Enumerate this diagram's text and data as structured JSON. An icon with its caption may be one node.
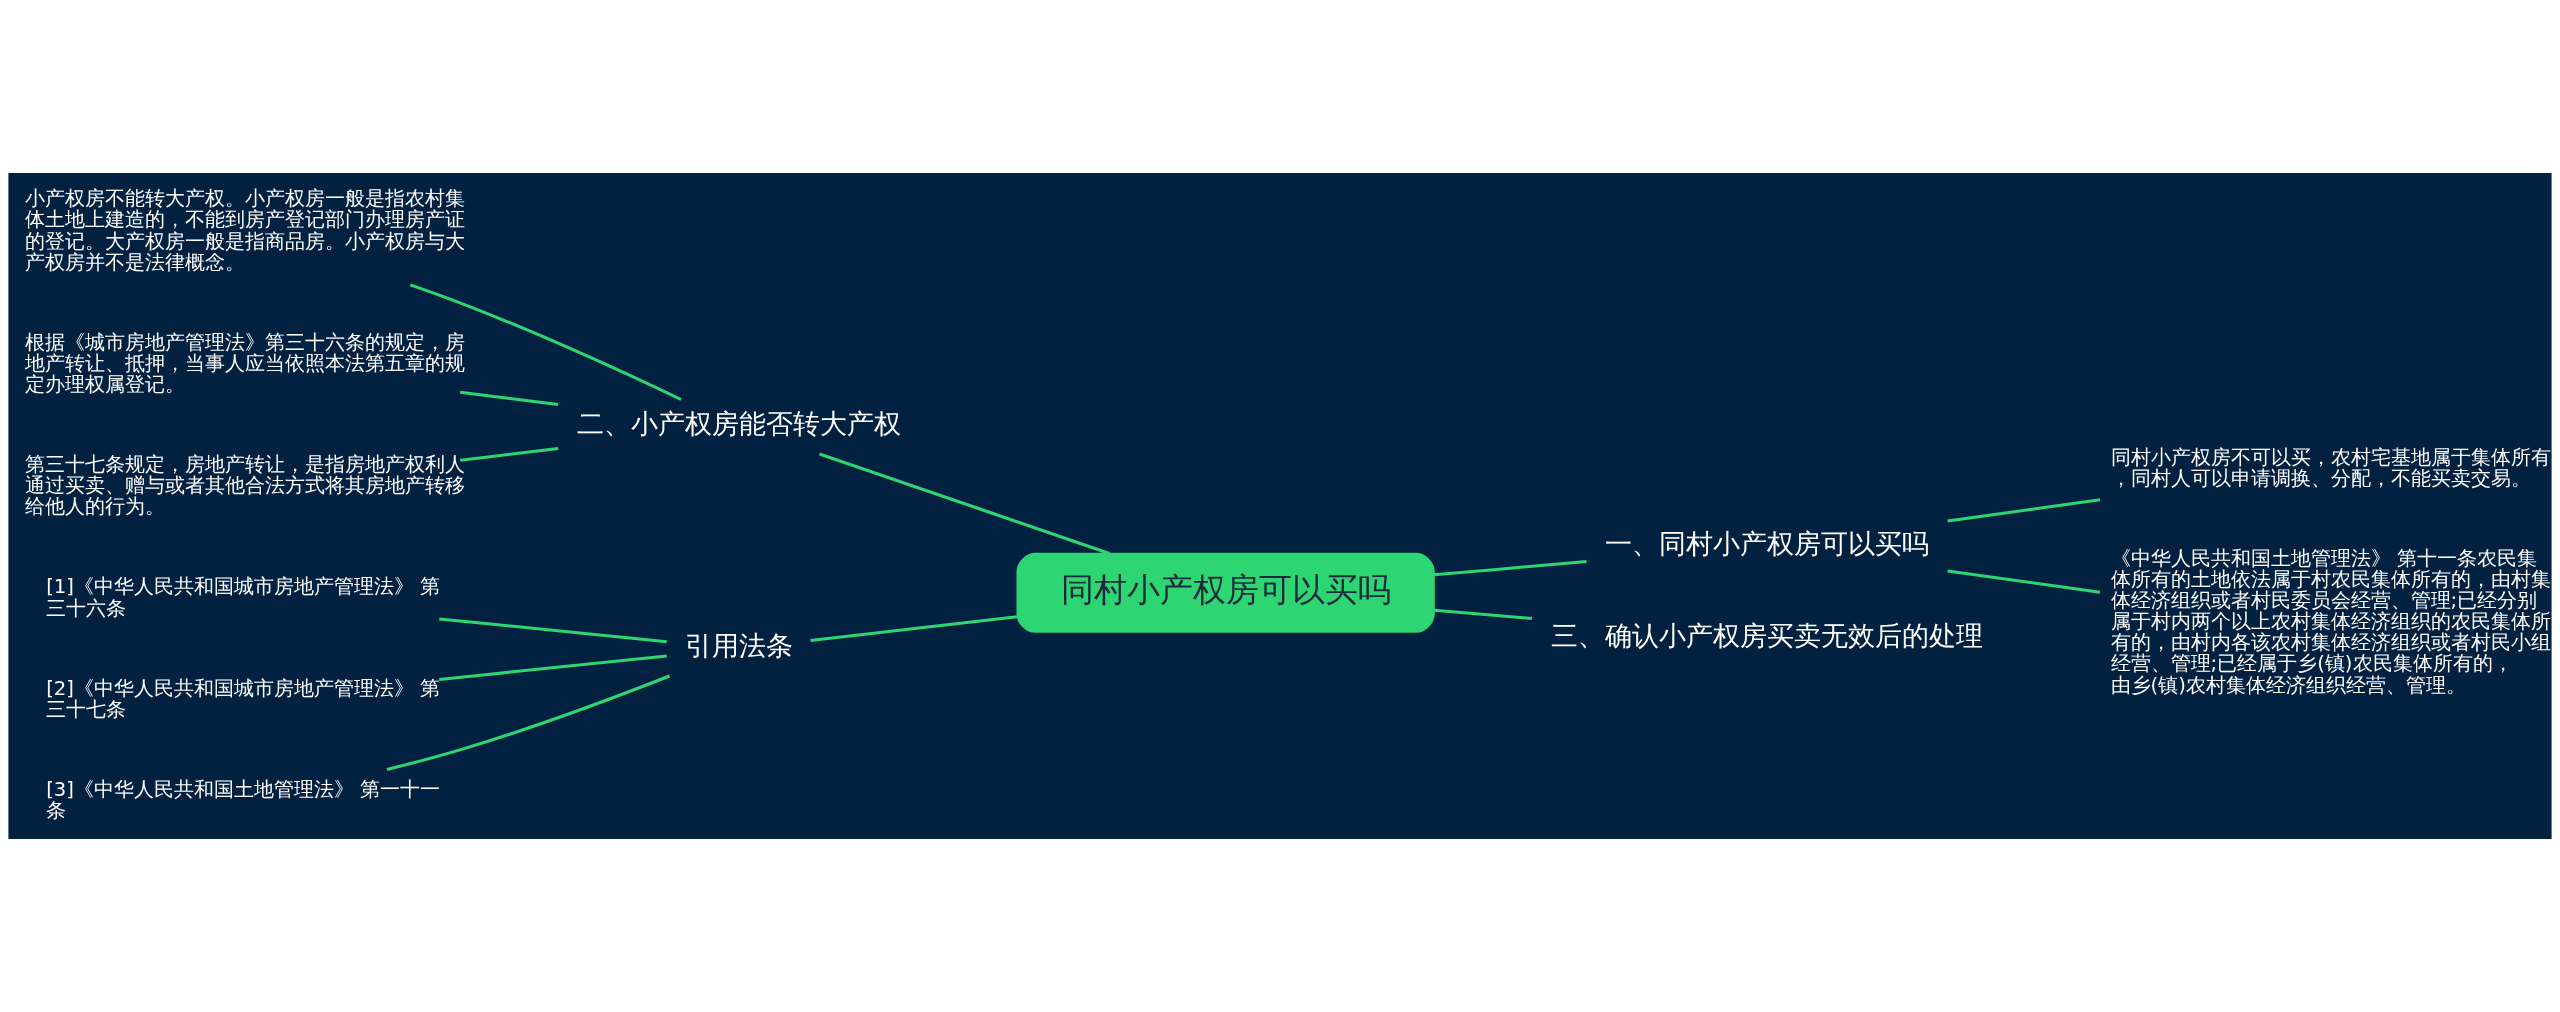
{
  "diagram": {
    "nodes": [
      {
        "text": [
          "同村小产权房可以买吗"
        ]
      },
      {
        "text": [
          "一、同村小产权房可以买吗"
        ]
      },
      {
        "text": [
          "同村小产权房不可以买，农村宅基地属于集体所有，同村人可以申请调换、分配，不能买卖交易。"
        ]
      },
      {
        "text": [
          "《中华人民共和国土地管理法》 第十一条农民集体所有的土地依法属于村农民集体所有的，由村集体经济组织或者村民委员会经营、管理;已经分别属于村内两个以上农村集体经济组织的农民集体所有的，由村内各该农村集体经济组织或者村民小组经营、管理;已经属于乡(镇)农民集体所有的，由乡(镇)农村集体经济组织经营、管理。"
        ]
      },
      {
        "text": [
          "三、确认小产权房买卖无效后的处理"
        ]
      },
      {
        "text": [
          "二、小产权房能否转大产权"
        ]
      },
      {
        "text": [
          "小产权房不能转大产权。小产权房一般是指农村集体土地上建造的，不能到房产登记部门办理房产证的登记。大产权房一般是指商品房。小产权房与大产权房并不是法律概念。"
        ]
      },
      {
        "text": [
          "根据《城市房地产管理法》第三十六条的规定，房地产转让、抵押，当事人应当依照本法第五章的规定办理权属登记。"
        ]
      },
      {
        "text": [
          "第三十七条规定，房地产转让，是指房地产权利人通过买卖、赠与或者其他合法方式将其房地产转移给他人的行为。"
        ]
      },
      {
        "text": [
          "引用法条"
        ]
      },
      {
        "text": [
          "[1]《中华人民共和国城市房地产管理法》 第三十六条"
        ]
      },
      {
        "text": [
          "[2]《中华人民共和国城市房地产管理法》 第三十七条"
        ]
      },
      {
        "text": [
          "[3]《中华人民共和国土地管理法》 第一十一条"
        ]
      }
    ],
    "edges": [
      {
        "from": 0,
        "to": 1,
        "arrow": "none"
      },
      {
        "from": 1,
        "to": 2,
        "arrow": "none"
      },
      {
        "from": 1,
        "to": 3,
        "arrow": "none"
      },
      {
        "from": 0,
        "to": 4,
        "arrow": "none"
      },
      {
        "from": 0,
        "to": 5,
        "arrow": "none"
      },
      {
        "from": 5,
        "to": 6,
        "arrow": "none"
      },
      {
        "from": 5,
        "to": 7,
        "arrow": "none"
      },
      {
        "from": 5,
        "to": 8,
        "arrow": "none"
      },
      {
        "from": 0,
        "to": 9,
        "arrow": "none"
      },
      {
        "from": 9,
        "to": 10,
        "arrow": "none"
      },
      {
        "from": 9,
        "to": 11,
        "arrow": "none"
      },
      {
        "from": 9,
        "to": 12,
        "arrow": "none"
      }
    ]
  }
}
